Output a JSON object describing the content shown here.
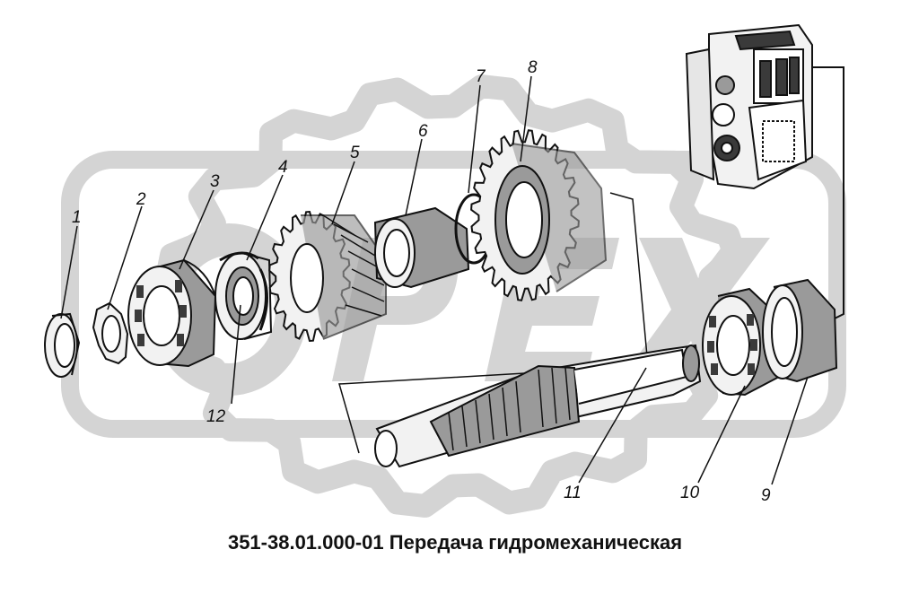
{
  "caption": "351-38.01.000-01 Передача гидромеханическая",
  "watermark": {
    "text": "OPEX",
    "color": "#d4d4d4",
    "lettering_note": "watermark lettering reproduced as a picture"
  },
  "colors": {
    "ink": "#111111",
    "metal_light": "#f2f2f2",
    "metal_mid": "#9a9a9a",
    "metal_dark": "#3a3a3a",
    "watermark_gray": "#d4d4d4"
  },
  "callouts": [
    {
      "id": "1",
      "label": "1",
      "part": "nut"
    },
    {
      "id": "2",
      "label": "2",
      "part": "lock-washer"
    },
    {
      "id": "3",
      "label": "3",
      "part": "roller-bearing"
    },
    {
      "id": "4",
      "label": "4",
      "part": "snap-ring"
    },
    {
      "id": "5",
      "label": "5",
      "part": "spur-gear"
    },
    {
      "id": "6",
      "label": "6",
      "part": "spacer-sleeve"
    },
    {
      "id": "7",
      "label": "7",
      "part": "retaining-ring"
    },
    {
      "id": "8",
      "label": "8",
      "part": "large-gear"
    },
    {
      "id": "9",
      "label": "9",
      "part": "bearing-outer-race"
    },
    {
      "id": "10",
      "label": "10",
      "part": "roller-bearing-rear"
    },
    {
      "id": "11",
      "label": "11",
      "part": "shaft"
    },
    {
      "id": "12",
      "label": "12",
      "part": "bearing-cup"
    }
  ]
}
